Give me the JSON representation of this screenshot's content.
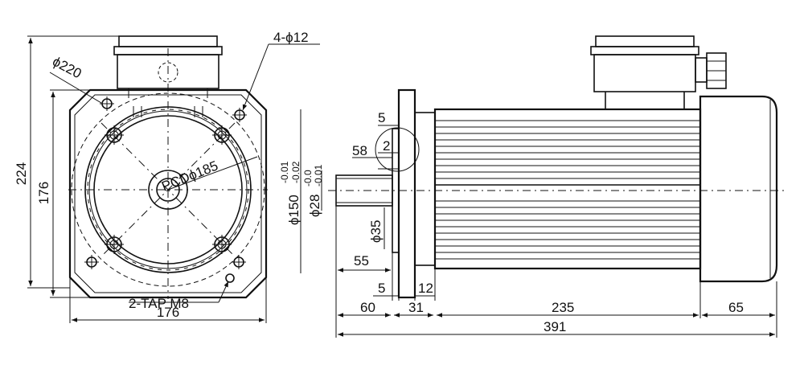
{
  "front_view": {
    "dia_housing": "ϕ220",
    "bolt_holes": "4-ϕ12",
    "pcd": "PCDϕ185",
    "tap": "2-TAP M8",
    "height_total": "224",
    "height_flange": "176",
    "width_flange": "176"
  },
  "side_view": {
    "dim_flange_thk": "5",
    "dim_58": "58",
    "detail_ref": "2",
    "dia_spigot": "ϕ150",
    "dia_spigot_tol_upper": "-0.01",
    "dia_spigot_tol_lower": "-0.02",
    "dia_shaft": "ϕ28",
    "dia_shaft_tol_upper": "-0.0",
    "dia_shaft_tol_lower": "-0.01",
    "dia_35": "ϕ35",
    "dim_55": "55",
    "dim_5b": "5",
    "dim_12": "12",
    "dim_60": "60",
    "dim_31": "31",
    "dim_235": "235",
    "dim_65": "65",
    "dim_total": "391"
  },
  "colors": {
    "line": "#111111",
    "background": "#ffffff"
  }
}
